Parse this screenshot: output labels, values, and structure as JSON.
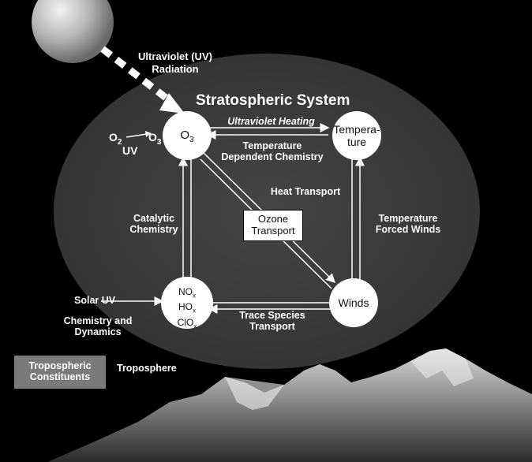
{
  "labels": {
    "uv_radiation": [
      "Ultraviolet (UV)",
      "Radiation"
    ],
    "system_title": "Stratospheric System",
    "uv_heating": "Ultraviolet Heating",
    "temp_chem": [
      "Temperature",
      "Dependent Chemistry"
    ],
    "heat_transport": "Heat Transport",
    "ozone_transport": [
      "Ozone",
      "Transport"
    ],
    "catalytic": [
      "Catalytic",
      "Chemistry"
    ],
    "forced_winds": [
      "Temperature",
      "Forced Winds"
    ],
    "trace_species": [
      "Trace Species",
      "Transport"
    ],
    "solar_uv": "Solar UV",
    "chem_dynamics": [
      "Chemistry and",
      "Dynamics"
    ],
    "tropo_constituents": [
      "Tropospheric",
      "Constituents"
    ],
    "troposphere": "Troposphere"
  },
  "reaction": {
    "reactant": "O",
    "reactant_sub": "2",
    "catalyst": "UV",
    "product": "O",
    "product_sub": "3"
  },
  "nodes": {
    "ozone": {
      "main": "O",
      "sub": "3"
    },
    "temperature": [
      "Tempera-",
      "ture"
    ],
    "nox": [
      {
        "main": "NO",
        "sub": "x"
      },
      {
        "main": "HO",
        "sub": "x"
      },
      {
        "main": "ClO",
        "sub": "x"
      }
    ],
    "winds": "Winds"
  },
  "colors": {
    "background": "#000000",
    "ellipse": "#3d3d3d",
    "node_fill": "#ffffff",
    "arrow": "#ffffff",
    "tropo_box": "#7a7a7a"
  }
}
